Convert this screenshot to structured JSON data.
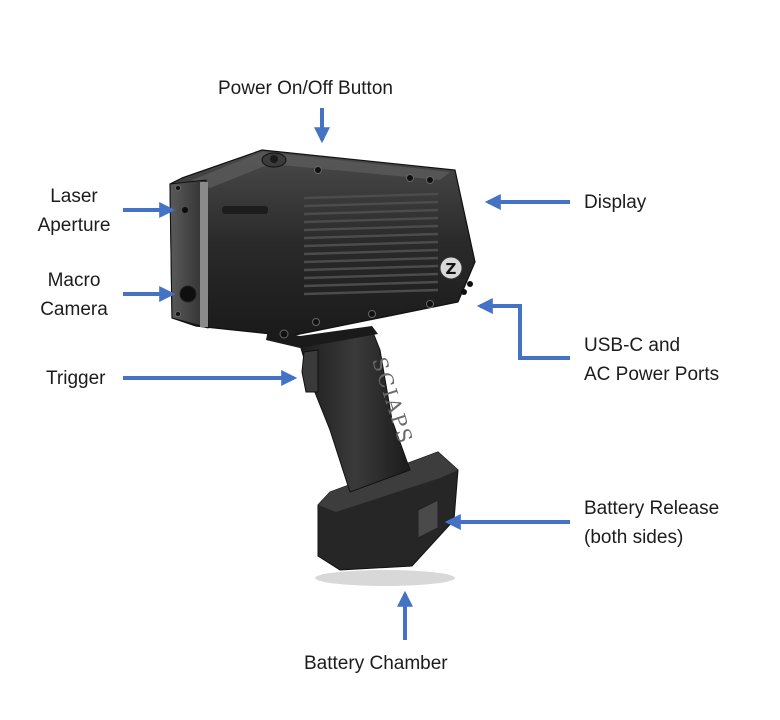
{
  "labels": {
    "power": "Power On/Off Button",
    "laser": [
      "Laser",
      "Aperture"
    ],
    "macro": [
      "Macro",
      "Camera"
    ],
    "trigger": "Trigger",
    "display": "Display",
    "usb": [
      "USB-C and",
      "AC Power Ports"
    ],
    "battery_release": [
      "Battery Release",
      "(both sides)"
    ],
    "battery_chamber": "Battery Chamber"
  },
  "device": {
    "brand_text": "SCIAPS",
    "logo_letter": "Z"
  },
  "colors": {
    "arrow": "#4472c4",
    "body_dark": "#2b2b2b",
    "text": "#1c1c1c"
  }
}
